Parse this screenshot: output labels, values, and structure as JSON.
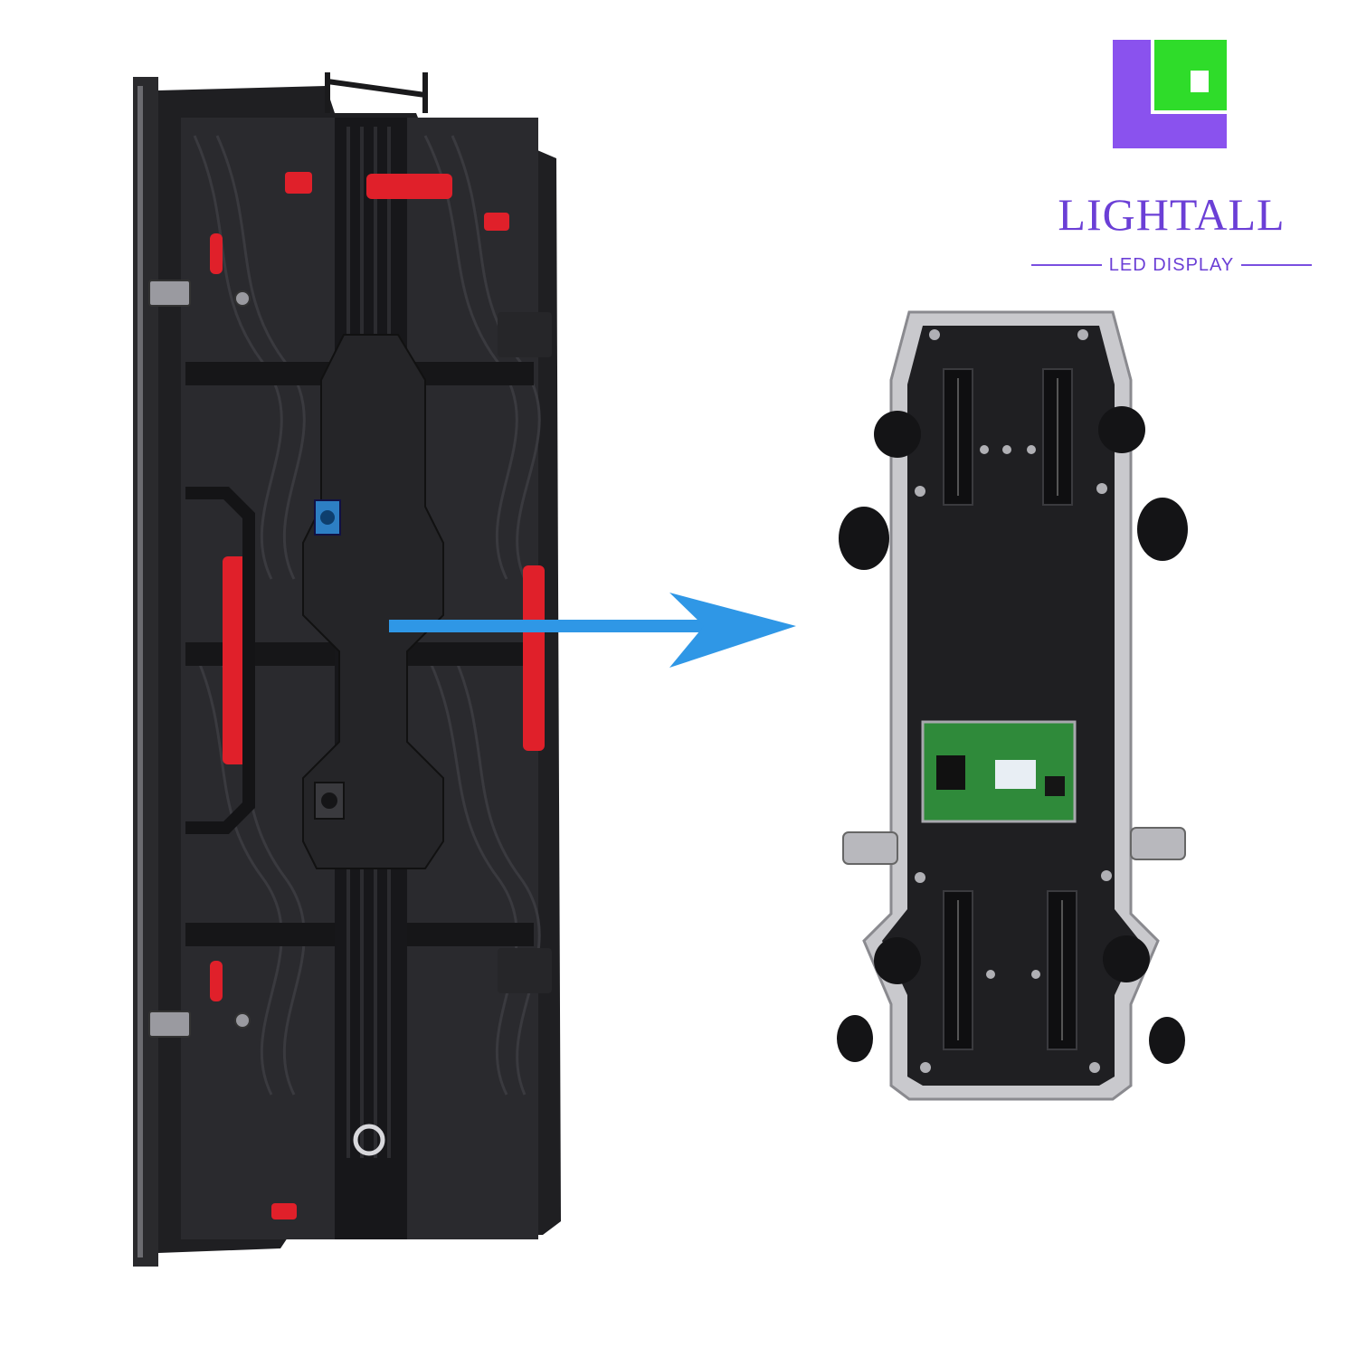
{
  "logo": {
    "brand_name": "LIGHTALL",
    "tagline": "LED DISPLAY",
    "colors": {
      "purple": "#8a52ee",
      "green": "#2fdc2a",
      "text": "#6b3fd6",
      "line": "#7a4fe0"
    }
  },
  "illustration": {
    "left_item": "led-cabinet-back",
    "right_item": "control-box-open",
    "arrow_color": "#2f97e6",
    "accent_red": "#e0202a",
    "panel_dark": "#1f1f22"
  }
}
